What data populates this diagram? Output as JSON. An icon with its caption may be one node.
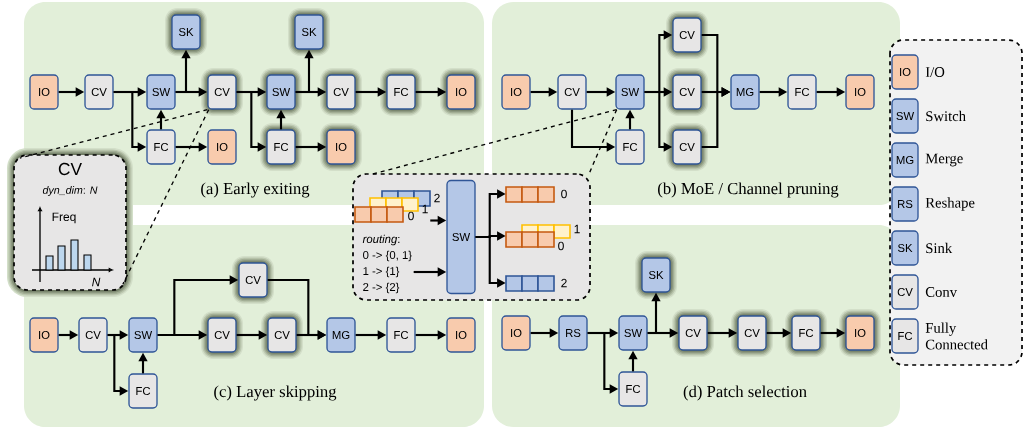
{
  "diagram": {
    "nodes": [
      {
        "text": [
          "(a) Early exiting"
        ]
      },
      {
        "text": [
          "(b) MoE / Channel pruning"
        ]
      },
      {
        "text": [
          "(c) Layer skipping"
        ]
      },
      {
        "text": [
          "(d) Patch selection"
        ]
      },
      {
        "text": [
          "IO"
        ],
        "in": 0
      },
      {
        "text": [
          "CV"
        ],
        "in": 0
      },
      {
        "text": [
          "SW"
        ],
        "in": 0
      },
      {
        "text": [
          "SK"
        ],
        "in": 0
      },
      {
        "text": [
          "CV"
        ],
        "in": 0
      },
      {
        "text": [
          "SW"
        ],
        "in": 0
      },
      {
        "text": [
          "SK"
        ],
        "in": 0
      },
      {
        "text": [
          "CV"
        ],
        "in": 0
      },
      {
        "text": [
          "FC"
        ],
        "in": 0
      },
      {
        "text": [
          "IO"
        ],
        "in": 0
      },
      {
        "text": [
          "FC"
        ],
        "in": 0
      },
      {
        "text": [
          "IO"
        ],
        "in": 0
      },
      {
        "text": [
          "FC"
        ],
        "in": 0
      },
      {
        "text": [
          "IO"
        ],
        "in": 0
      },
      {
        "text": [
          "IO"
        ],
        "in": 1
      },
      {
        "text": [
          "CV"
        ],
        "in": 1
      },
      {
        "text": [
          "SW"
        ],
        "in": 1
      },
      {
        "text": [
          "FC"
        ],
        "in": 1
      },
      {
        "text": [
          "CV"
        ],
        "in": 1
      },
      {
        "text": [
          "CV"
        ],
        "in": 1
      },
      {
        "text": [
          "CV"
        ],
        "in": 1
      },
      {
        "text": [
          "MG"
        ],
        "in": 1
      },
      {
        "text": [
          "FC"
        ],
        "in": 1
      },
      {
        "text": [
          "IO"
        ],
        "in": 1
      },
      {
        "text": [
          "IO"
        ],
        "in": 2
      },
      {
        "text": [
          "CV"
        ],
        "in": 2
      },
      {
        "text": [
          "SW"
        ],
        "in": 2
      },
      {
        "text": [
          "FC"
        ],
        "in": 2
      },
      {
        "text": [
          "CV"
        ],
        "in": 2
      },
      {
        "text": [
          "CV"
        ],
        "in": 2
      },
      {
        "text": [
          "CV"
        ],
        "in": 2
      },
      {
        "text": [
          "MG"
        ],
        "in": 2
      },
      {
        "text": [
          "FC"
        ],
        "in": 2
      },
      {
        "text": [
          "IO"
        ],
        "in": 2
      },
      {
        "text": [
          "IO"
        ],
        "in": 3
      },
      {
        "text": [
          "RS"
        ],
        "in": 3
      },
      {
        "text": [
          "SW"
        ],
        "in": 3
      },
      {
        "text": [
          "SK"
        ],
        "in": 3
      },
      {
        "text": [
          "FC"
        ],
        "in": 3
      },
      {
        "text": [
          "CV"
        ],
        "in": 3
      },
      {
        "text": [
          "CV"
        ],
        "in": 3
      },
      {
        "text": [
          "FC"
        ],
        "in": 3
      },
      {
        "text": [
          "IO"
        ],
        "in": 3
      },
      {
        "text": [
          "CV",
          "*dyn_dim*: *N*",
          "Freq",
          "N"
        ]
      },
      {
        "text": [],
        "shape": "box"
      },
      {
        "text": [
          "2",
          "1",
          "0"
        ],
        "in": 48
      },
      {
        "text": [
          "*routing*:",
          "0 -> {0, 1}",
          "1 -> {1}",
          "2 -> {2}"
        ]
      },
      {
        "text": [
          "SW"
        ],
        "in": 48
      },
      {
        "text": [
          "0"
        ]
      },
      {
        "text": [
          "1",
          "0"
        ]
      },
      {
        "text": [
          "2"
        ]
      }
    ],
    "edges": [
      {
        "from": 4,
        "to": 5,
        "arrow": "to"
      },
      {
        "from": 5,
        "to": 6,
        "arrow": "to"
      },
      {
        "from": 5,
        "to": 14,
        "arrow": "to"
      },
      {
        "from": 14,
        "to": 6,
        "arrow": "to"
      },
      {
        "from": 6,
        "to": 8,
        "arrow": "to"
      },
      {
        "from": 6,
        "to": 7,
        "arrow": "to"
      },
      {
        "from": 8,
        "to": 9,
        "arrow": "to"
      },
      {
        "from": 8,
        "to": 16,
        "arrow": "to"
      },
      {
        "from": 16,
        "to": 9,
        "arrow": "to"
      },
      {
        "from": 9,
        "to": 11,
        "arrow": "to"
      },
      {
        "from": 9,
        "to": 10,
        "arrow": "to"
      },
      {
        "from": 11,
        "to": 12,
        "arrow": "to"
      },
      {
        "from": 12,
        "to": 13,
        "arrow": "to"
      },
      {
        "from": 14,
        "to": 15,
        "arrow": "to"
      },
      {
        "from": 16,
        "to": 17,
        "arrow": "to"
      },
      {
        "from": 18,
        "to": 19,
        "arrow": "to"
      },
      {
        "from": 19,
        "to": 20,
        "arrow": "to"
      },
      {
        "from": 19,
        "to": 21,
        "arrow": "to"
      },
      {
        "from": 21,
        "to": 20,
        "arrow": "to"
      },
      {
        "from": 20,
        "to": 22,
        "arrow": "to"
      },
      {
        "from": 20,
        "to": 23,
        "arrow": "to"
      },
      {
        "from": 20,
        "to": 24,
        "arrow": "to"
      },
      {
        "from": 22,
        "to": 25,
        "arrow": "to"
      },
      {
        "from": 23,
        "to": 25,
        "arrow": "to"
      },
      {
        "from": 24,
        "to": 25,
        "arrow": "to"
      },
      {
        "from": 25,
        "to": 26,
        "arrow": "to"
      },
      {
        "from": 26,
        "to": 27,
        "arrow": "to"
      },
      {
        "from": 28,
        "to": 29,
        "arrow": "to"
      },
      {
        "from": 29,
        "to": 30,
        "arrow": "to"
      },
      {
        "from": 29,
        "to": 31,
        "arrow": "to"
      },
      {
        "from": 31,
        "to": 30,
        "arrow": "to"
      },
      {
        "from": 30,
        "to": 32,
        "arrow": "to"
      },
      {
        "from": 30,
        "to": 33,
        "arrow": "to"
      },
      {
        "from": 33,
        "to": 34,
        "arrow": "to"
      },
      {
        "from": 34,
        "to": 35,
        "arrow": "to"
      },
      {
        "from": 32,
        "to": 35,
        "arrow": "to"
      },
      {
        "from": 35,
        "to": 36,
        "arrow": "to"
      },
      {
        "from": 36,
        "to": 37,
        "arrow": "to"
      },
      {
        "from": 38,
        "to": 39,
        "arrow": "to"
      },
      {
        "from": 39,
        "to": 40,
        "arrow": "to"
      },
      {
        "from": 39,
        "to": 42,
        "arrow": "to"
      },
      {
        "from": 42,
        "to": 40,
        "arrow": "to"
      },
      {
        "from": 40,
        "to": 41,
        "arrow": "to"
      },
      {
        "from": 40,
        "to": 43,
        "arrow": "to"
      },
      {
        "from": 43,
        "to": 44,
        "arrow": "to"
      },
      {
        "from": 44,
        "to": 45,
        "arrow": "to"
      },
      {
        "from": 45,
        "to": 46,
        "arrow": "to"
      },
      {
        "from": 8,
        "to": 47,
        "arrow": "none",
        "style": "dashed"
      },
      {
        "from": 8,
        "to": 47,
        "arrow": "none",
        "style": "dashed"
      },
      {
        "from": 20,
        "to": 48,
        "arrow": "none",
        "style": "dashed"
      },
      {
        "from": 20,
        "to": 48,
        "arrow": "none",
        "style": "dashed"
      },
      {
        "from": 49,
        "to": 51,
        "arrow": "to"
      },
      {
        "from": 50,
        "to": 51,
        "arrow": "to"
      },
      {
        "from": 51,
        "to": 52,
        "arrow": "to"
      },
      {
        "from": 51,
        "to": 53,
        "arrow": "to"
      },
      {
        "from": 51,
        "to": 54,
        "arrow": "to"
      }
    ],
    "labels": [
      "IO",
      "SW",
      "MG",
      "RS",
      "SK",
      "CV",
      "FC"
    ],
    "legend": [
      {
        "text": "I/O",
        "color": "#f8cbad"
      },
      {
        "text": "Switch",
        "color": "#b4c7e7"
      },
      {
        "text": "Merge",
        "color": "#b4c7e7"
      },
      {
        "text": "Reshape",
        "color": "#b4c7e7"
      },
      {
        "text": "Sink",
        "color": "#b4c7e7"
      },
      {
        "text": "Conv",
        "color": "#e7e6e6"
      },
      {
        "text": "Fully Connected",
        "color": "#e7e6e6"
      }
    ]
  }
}
